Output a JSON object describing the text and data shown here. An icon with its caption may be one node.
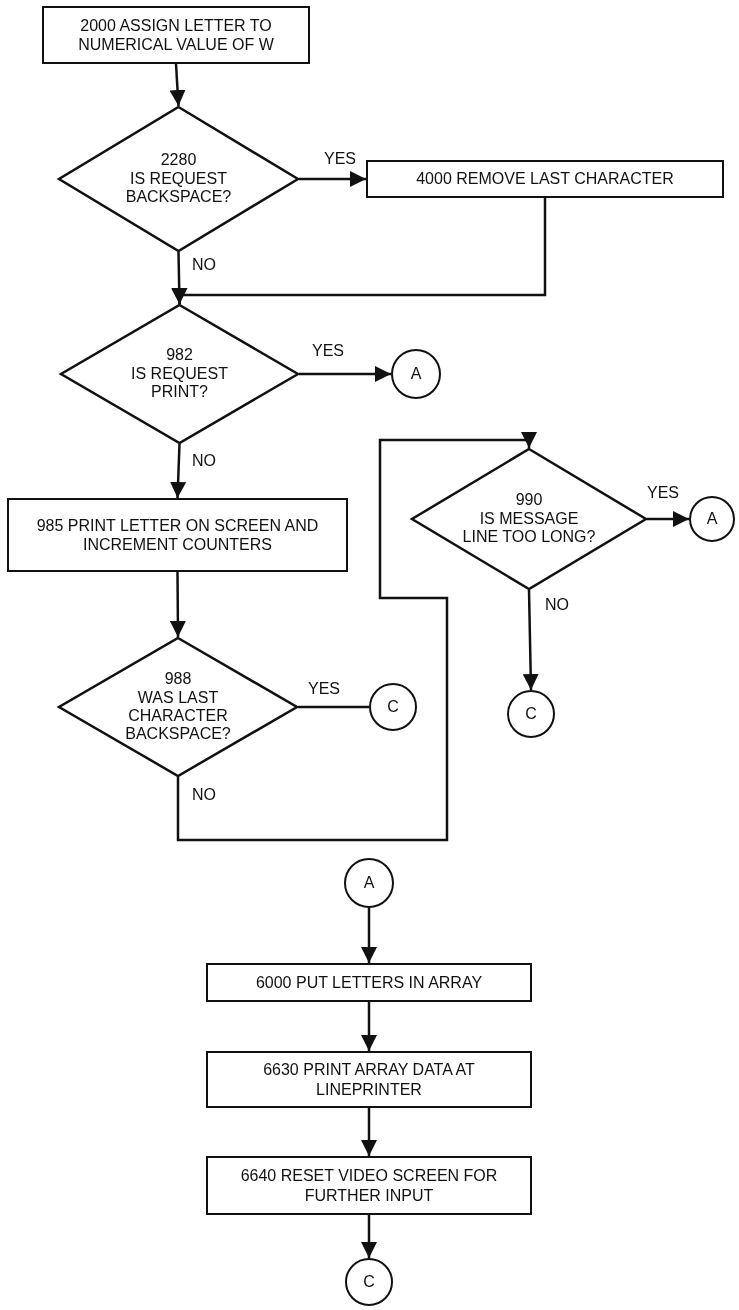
{
  "diagram": {
    "nodes": [
      {
        "text": [
          "2000 ASSIGN LETTER TO NUMERICAL VALUE OF W"
        ]
      },
      {
        "text": [
          "2280",
          "IS REQUEST BACKSPACE?"
        ]
      },
      {
        "text": [
          "4000 REMOVE LAST CHARACTER"
        ]
      },
      {
        "text": [
          "982",
          "IS REQUEST PRINT?"
        ]
      },
      {
        "text": [
          "A"
        ]
      },
      {
        "text": [
          "985 PRINT LETTER ON SCREEN AND INCREMENT COUNTERS"
        ]
      },
      {
        "text": [
          "988",
          "WAS LAST CHARACTER BACKSPACE?"
        ]
      },
      {
        "text": [
          "C"
        ]
      },
      {
        "text": [
          "990",
          "IS MESSAGE LINE TOO LONG?"
        ]
      },
      {
        "text": [
          "A"
        ]
      },
      {
        "text": [
          "C"
        ]
      },
      {
        "text": [
          "A"
        ]
      },
      {
        "text": [
          "6000 PUT LETTERS IN ARRAY"
        ]
      },
      {
        "text": [
          "6630 PRINT ARRAY DATA AT LINEPRINTER"
        ]
      },
      {
        "text": [
          "6640 RESET VIDEO SCREEN FOR FURTHER INPUT"
        ]
      },
      {
        "text": [
          "C"
        ]
      }
    ],
    "edges": [
      {
        "from": 0,
        "to": 1,
        "arrow": "to"
      },
      {
        "from": 1,
        "to": 2,
        "arrow": "to",
        "label": "YES"
      },
      {
        "from": 1,
        "to": 3,
        "arrow": "to",
        "label": "NO"
      },
      {
        "from": 2,
        "to": 3,
        "arrow": "to"
      },
      {
        "from": 3,
        "to": 4,
        "arrow": "to",
        "label": "YES"
      },
      {
        "from": 3,
        "to": 5,
        "arrow": "to",
        "label": "NO"
      },
      {
        "from": 5,
        "to": 6,
        "arrow": "to"
      },
      {
        "from": 6,
        "to": 7,
        "arrow": "none",
        "label": "YES"
      },
      {
        "from": 6,
        "to": 8,
        "arrow": "to",
        "label": "NO"
      },
      {
        "from": 8,
        "to": 9,
        "arrow": "to",
        "label": "YES"
      },
      {
        "from": 8,
        "to": 10,
        "arrow": "to",
        "label": "NO"
      },
      {
        "from": 11,
        "to": 12,
        "arrow": "to"
      },
      {
        "from": 12,
        "to": 13,
        "arrow": "to"
      },
      {
        "from": 13,
        "to": 14,
        "arrow": "to"
      },
      {
        "from": 14,
        "to": 15,
        "arrow": "to"
      }
    ]
  }
}
